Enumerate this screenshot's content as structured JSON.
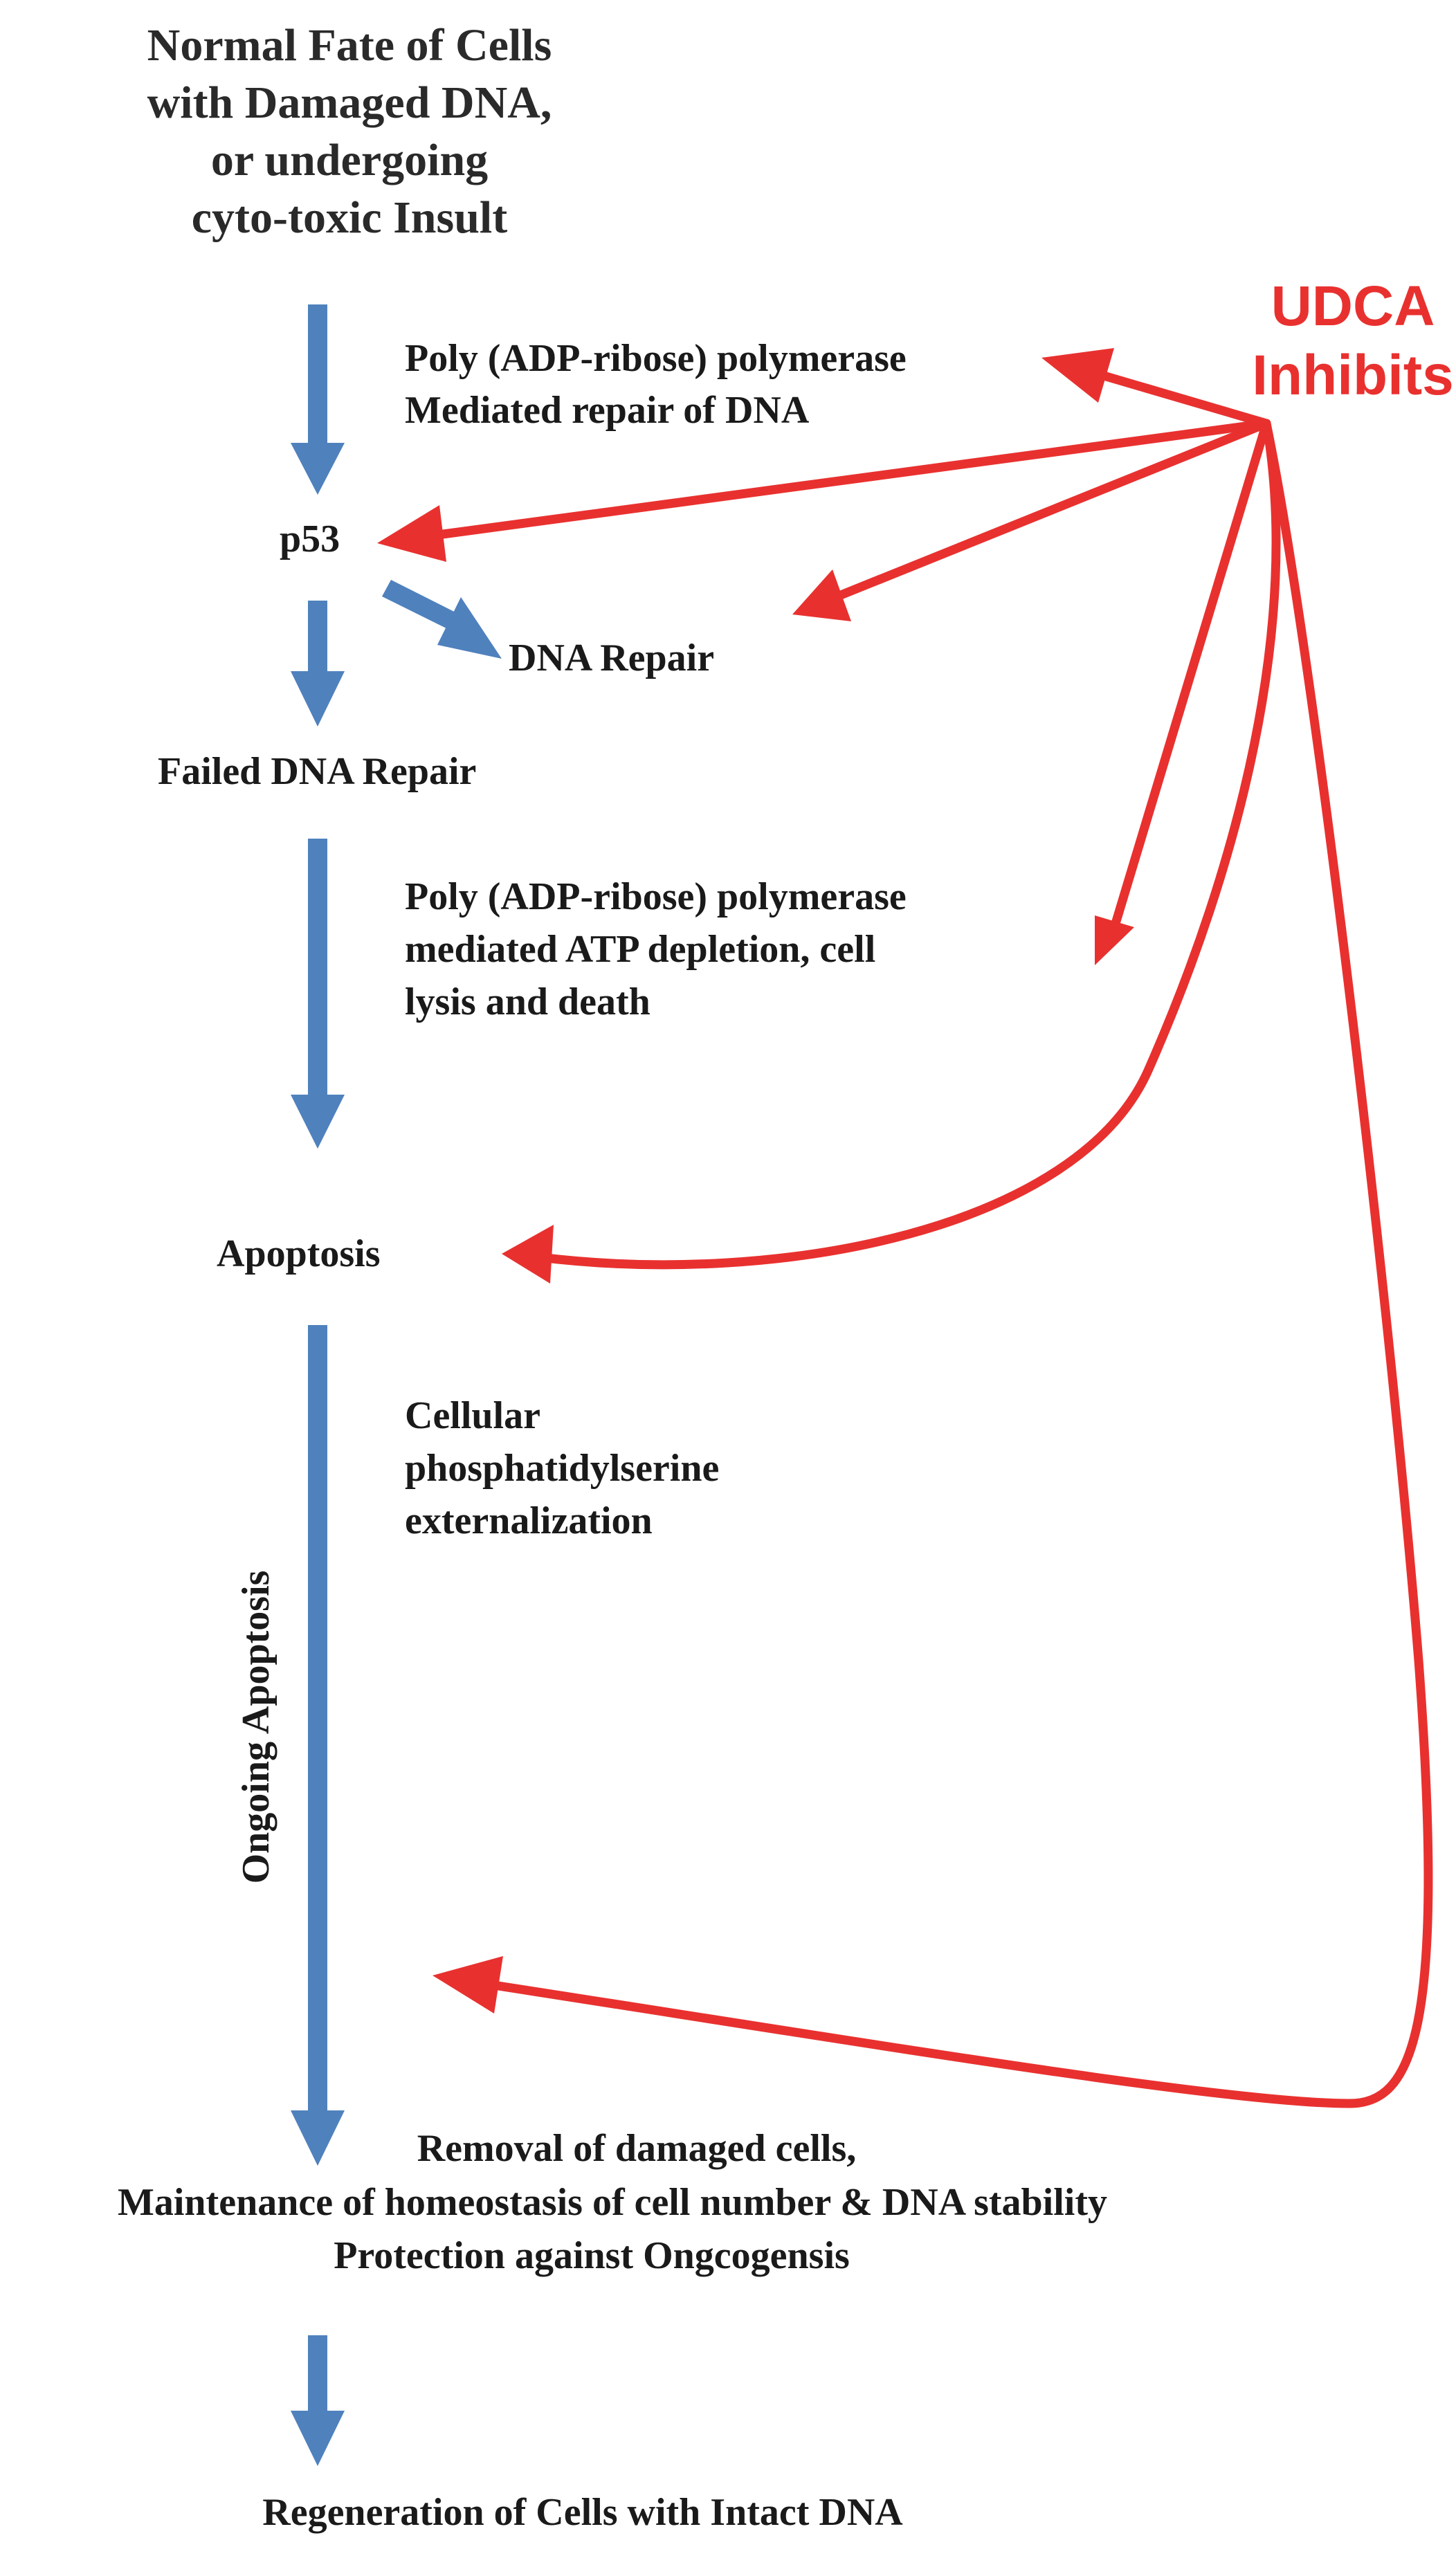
{
  "title": {
    "line1": "Normal Fate of Cells",
    "line2": "with Damaged DNA,",
    "line3": "or undergoing",
    "line4": "cyto-toxic Insult"
  },
  "inhibitor": {
    "line1": "UDCA",
    "line2": "Inhibits",
    "color": "#e8312f"
  },
  "flow_color": "#4f81bd",
  "labels": {
    "parp_repair_1": "Poly (ADP-ribose) polymerase",
    "parp_repair_2": "Mediated repair of DNA",
    "p53": "p53",
    "dna_repair": "DNA Repair",
    "failed_repair": "Failed DNA Repair",
    "parp_atp_1": "Poly (ADP-ribose) polymerase",
    "parp_atp_2": "mediated ATP depletion, cell",
    "parp_atp_3": "lysis and death",
    "apoptosis": "Apoptosis",
    "ps_1": "Cellular",
    "ps_2": "phosphatidylserine",
    "ps_3": "externalization",
    "ongoing": "Ongoing Apoptosis",
    "removal_1": "Removal of damaged cells,",
    "removal_2": "Maintenance of homeostasis of cell number & DNA stability",
    "removal_3": "Protection against Ongcogensis",
    "regeneration": "Regeneration of Cells with Intact DNA"
  }
}
